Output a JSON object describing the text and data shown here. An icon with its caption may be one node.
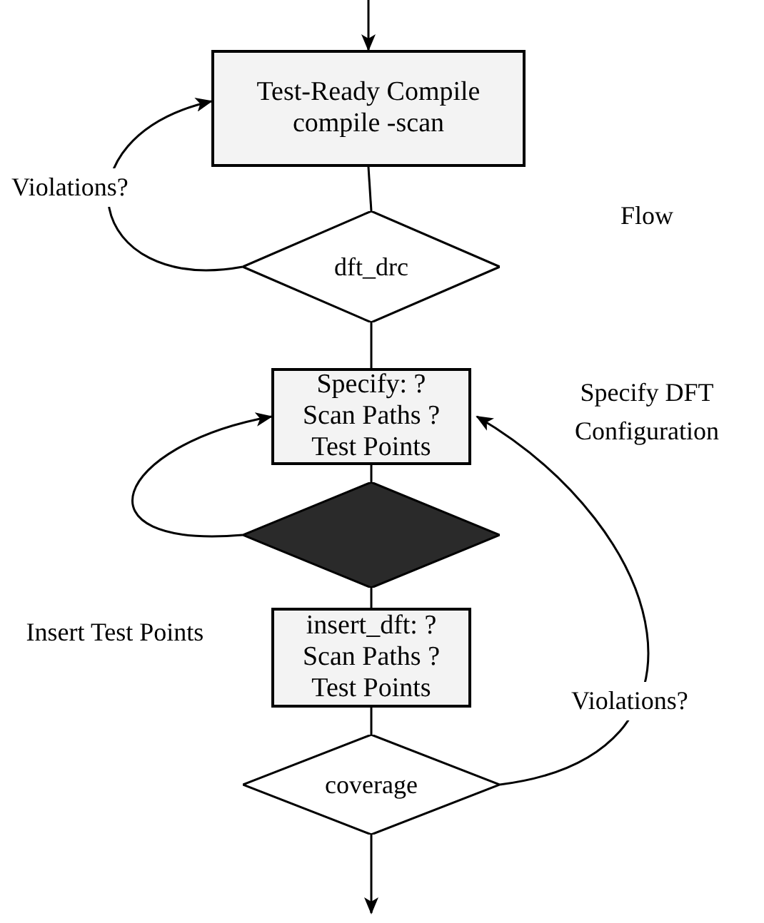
{
  "diagram": {
    "nodes": [
      {
        "text": [
          "Test-Ready Compile compile -scan"
        ]
      },
      {
        "text": [
          "dft_drc"
        ]
      },
      {
        "text": [
          "Specify: ?Scan Paths ?Test Points"
        ]
      },
      {
        "text": [],
        "shape": "diamond"
      },
      {
        "text": [
          "insert_dft: ?Scan Paths ?Test Points"
        ]
      },
      {
        "text": [
          "coverage"
        ]
      }
    ],
    "edges": [
      {
        "from": null,
        "to": 0,
        "arrow": "to"
      },
      {
        "from": 0,
        "to": 1,
        "arrow": "none"
      },
      {
        "from": 1,
        "to": 0,
        "arrow": "to",
        "label": "Violations?"
      },
      {
        "from": 1,
        "to": 2,
        "arrow": "none"
      },
      {
        "from": 2,
        "to": 3,
        "arrow": "none"
      },
      {
        "from": 3,
        "to": 2,
        "arrow": "to"
      },
      {
        "from": 3,
        "to": 4,
        "arrow": "none"
      },
      {
        "from": 4,
        "to": 5,
        "arrow": "none"
      },
      {
        "from": 5,
        "to": 2,
        "arrow": "to",
        "label": "Violations?"
      },
      {
        "from": 5,
        "to": null,
        "arrow": "to"
      }
    ],
    "labels": [
      "Flow",
      "Specify DFT Configuration",
      "Insert Test Points"
    ]
  }
}
